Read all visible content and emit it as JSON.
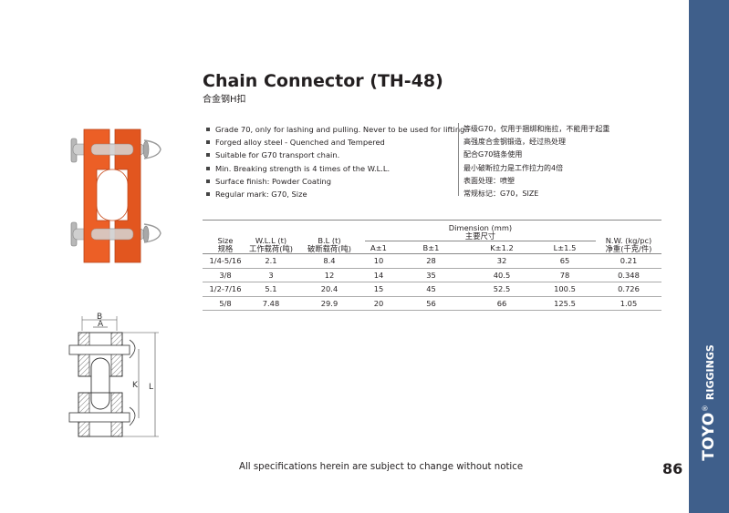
{
  "product": {
    "title": "Chain Connector (TH-48)",
    "subtitle_cn": "合金钢H扣"
  },
  "features_en": [
    "Grade 70, only for lashing and pulling. Never to be used for lifting.",
    "Forged alloy steel - Quenched and Tempered",
    "Suitable for G70 transport chain.",
    "Min. Breaking strength is 4 times of the W.L.L.",
    "Surface finish: Powder Coating",
    "Regular mark: G70, Size"
  ],
  "features_cn": [
    "等级G70，仅用于捆绑和拖拉，不能用于起重",
    "高强度合金钢锻造，经过热处理",
    "配合G70链条使用",
    "最小破断拉力是工作拉力的4倍",
    "表面处理：喷塑",
    "常规标记：G70，SIZE"
  ],
  "table": {
    "size_en": "Size",
    "size_cn": "规格",
    "wll_en": "W.L.L (t)",
    "wll_cn": "工作载荷(吨)",
    "bl_en": "B.L (t)",
    "bl_cn": "破断载荷(吨)",
    "dim_en": "Dimension (mm)",
    "dim_cn": "主要尺寸",
    "nw_en": "N.W. (kg/pc)",
    "nw_cn": "净重(千克/件)",
    "dim_cols": [
      "A±1",
      "B±1",
      "K±1.2",
      "L±1.5"
    ],
    "rows": [
      [
        "1/4-5/16",
        "2.1",
        "8.4",
        "10",
        "28",
        "32",
        "65",
        "0.21"
      ],
      [
        "3/8",
        "3",
        "12",
        "14",
        "35",
        "40.5",
        "78",
        "0.348"
      ],
      [
        "1/2-7/16",
        "5.1",
        "20.4",
        "15",
        "45",
        "52.5",
        "100.5",
        "0.726"
      ],
      [
        "5/8",
        "7.48",
        "29.9",
        "20",
        "56",
        "66",
        "125.5",
        "1.05"
      ]
    ]
  },
  "drawing_labels": {
    "b": "B",
    "a": "A",
    "k": "K",
    "l": "L"
  },
  "footer_note": "All specifications herein are subject to change without notice",
  "page_number": "86",
  "brand": {
    "name": "TOYO",
    "reg": "®",
    "sub": "RIGGINGS"
  },
  "colors": {
    "sidebar": "#3f5f8b",
    "product_orange": "#ec5f26"
  }
}
